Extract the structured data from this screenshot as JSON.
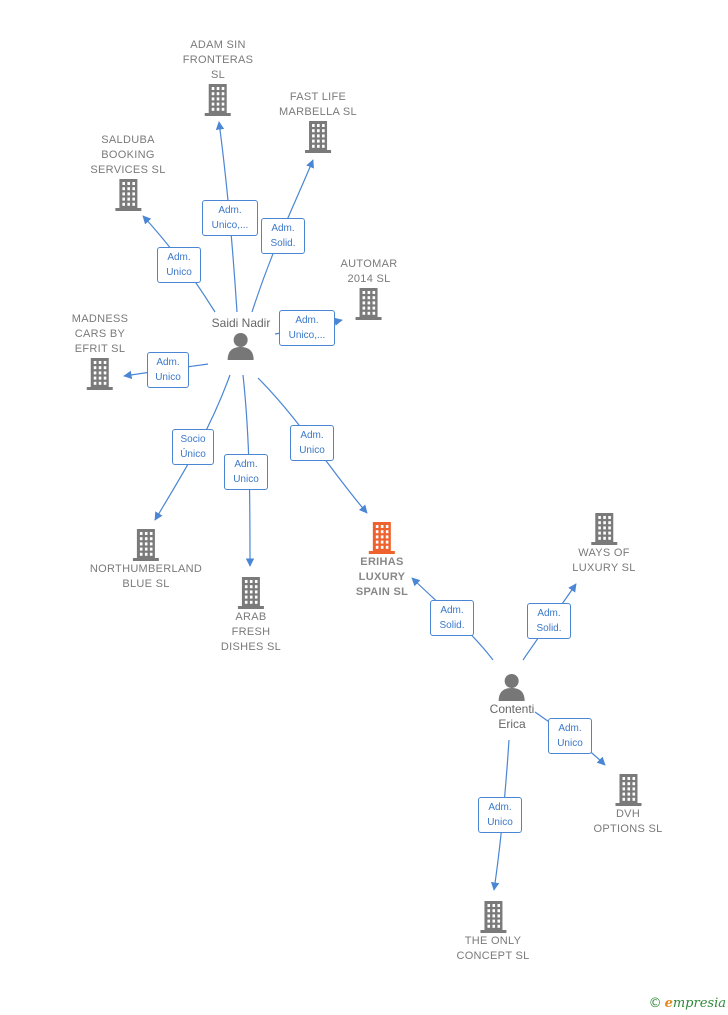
{
  "colors": {
    "edge": "#4a86d4",
    "building": "#7a7a7a",
    "focus_building": "#f0622d",
    "person": "#777777"
  },
  "people": [
    {
      "id": "saidi",
      "label": "Saidi Nadir"
    },
    {
      "id": "contenti",
      "label": "Contenti\nErica"
    }
  ],
  "companies": [
    {
      "id": "adam",
      "label": "ADAM SIN\nFRONTERAS\nSL"
    },
    {
      "id": "fastlife",
      "label": "FAST LIFE\nMARBELLA  SL"
    },
    {
      "id": "salduba",
      "label": "SALDUBA\nBOOKING\nSERVICES  SL"
    },
    {
      "id": "automar",
      "label": "AUTOMAR\n2014  SL"
    },
    {
      "id": "madness",
      "label": "MADNESS\nCARS BY\nEFRIT  SL"
    },
    {
      "id": "northumberland",
      "label": "NORTHUMBERLAND\nBLUE SL"
    },
    {
      "id": "arab",
      "label": "ARAB\nFRESH\nDISHES  SL"
    },
    {
      "id": "erihas",
      "label": "ERIHAS\nLUXURY\nSPAIN  SL",
      "focus": true
    },
    {
      "id": "ways",
      "label": "WAYS OF\nLUXURY  SL"
    },
    {
      "id": "dvh",
      "label": "DVH\nOPTIONS  SL"
    },
    {
      "id": "theonly",
      "label": "THE ONLY\nCONCEPT  SL"
    }
  ],
  "relations": [
    {
      "from": "saidi",
      "to": "adam",
      "label": "Adm.\nUnico,..."
    },
    {
      "from": "saidi",
      "to": "fastlife",
      "label": "Adm.\nSolid."
    },
    {
      "from": "saidi",
      "to": "salduba",
      "label": "Adm.\nUnico"
    },
    {
      "from": "saidi",
      "to": "automar",
      "label": "Adm.\nUnico,..."
    },
    {
      "from": "saidi",
      "to": "madness",
      "label": "Adm.\nUnico"
    },
    {
      "from": "saidi",
      "to": "northumberland",
      "label": "Socio\nÚnico"
    },
    {
      "from": "saidi",
      "to": "arab",
      "label": "Adm.\nUnico"
    },
    {
      "from": "saidi",
      "to": "erihas",
      "label": "Adm.\nUnico"
    },
    {
      "from": "contenti",
      "to": "erihas",
      "label": "Adm.\nSolid."
    },
    {
      "from": "contenti",
      "to": "ways",
      "label": "Adm.\nSolid."
    },
    {
      "from": "contenti",
      "to": "dvh",
      "label": "Adm.\nUnico"
    },
    {
      "from": "contenti",
      "to": "theonly",
      "label": "Adm.\nUnico"
    }
  ],
  "brand": {
    "copyright": "©",
    "initial": "e",
    "name": "mpresia"
  }
}
